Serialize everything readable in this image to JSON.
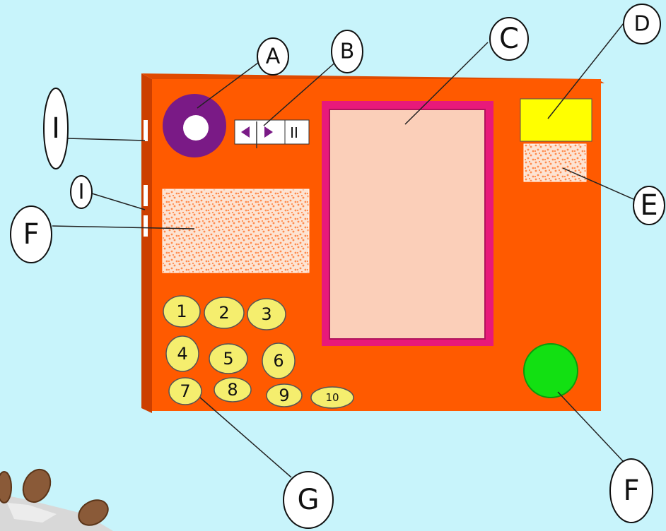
{
  "labels": {
    "A": "A",
    "B": "B",
    "C": "C",
    "D": "D",
    "E": "E",
    "F_left": "F",
    "F_right": "F",
    "G": "G",
    "I_top": "I",
    "I_mid": "I"
  },
  "keypad": [
    "1",
    "2",
    "3",
    "4",
    "5",
    "6",
    "7",
    "8",
    "9",
    "10"
  ],
  "playback": {
    "prev_icon": "triangle-left-icon",
    "next_icon": "triangle-right-icon",
    "pause_icon": "pause-icon",
    "pause_glyph": "II"
  },
  "colors": {
    "background": "#c8f4fb",
    "body": "#ff5a00",
    "body_shadow": "#cc3f00",
    "lens_ring": "#7a1a86",
    "lens_center": "#ffffff",
    "screen_frame": "#e8197a",
    "screen": "#fbcfb9",
    "indicator": "#ffff00",
    "speaker": "#fde3d2",
    "speaker_dots": "#ff8a4c",
    "keys": "#f5ee6e",
    "shutter": "#12e012",
    "label_fill": "#ffffff"
  }
}
